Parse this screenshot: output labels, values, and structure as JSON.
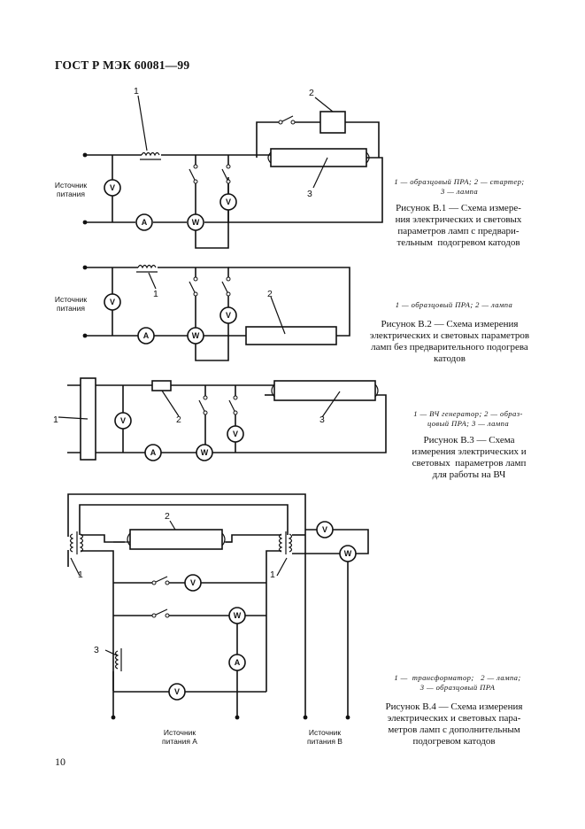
{
  "header": "ГОСТ Р МЭК 60081—99",
  "page_number": "10",
  "labels": {
    "source": "Источник\nпитания",
    "source_a": "Источник\nпитания А",
    "source_b": "Источник\nпитания В",
    "voltmeter": "V",
    "ammeter": "A",
    "wattmeter": "W"
  },
  "figures": [
    {
      "id": "B1",
      "legend": "1 — образцовый ПРА; 2 — стартер;\n3 — лампа",
      "caption": "Рисунок В.1 — Схема измере-\nния электрических и световых\nпараметров ламп с предвари-\nтельным подогревом катодов",
      "callouts": [
        "1",
        "2",
        "3"
      ]
    },
    {
      "id": "B2",
      "legend": "1 — образцовый ПРА; 2 — лампа",
      "caption": "Рисунок В.2 — Схема измерения\nэлектрических и световых параметров\nламп без предварительного подогрева\nкатодов",
      "callouts": [
        "1",
        "2"
      ]
    },
    {
      "id": "B3",
      "legend": "1 — ВЧ генератор; 2 — образ-\nцовый ПРА; 3 — лампа",
      "caption": "Рисунок В.3 — Схема\nизмерения электрических и\nсветовых параметров ламп\nдля работы на ВЧ",
      "callouts": [
        "1",
        "2",
        "3"
      ]
    },
    {
      "id": "B4",
      "legend": "1 — трансформатор; 2 — лампа;\n3 — образцовый ПРА",
      "caption": "Рисунок В.4 — Схема измерения\nэлектрических и световых пара-\nметров ламп с дополнительным\nподогревом катодов",
      "callouts": [
        "1",
        "1",
        "2",
        "3"
      ]
    }
  ]
}
